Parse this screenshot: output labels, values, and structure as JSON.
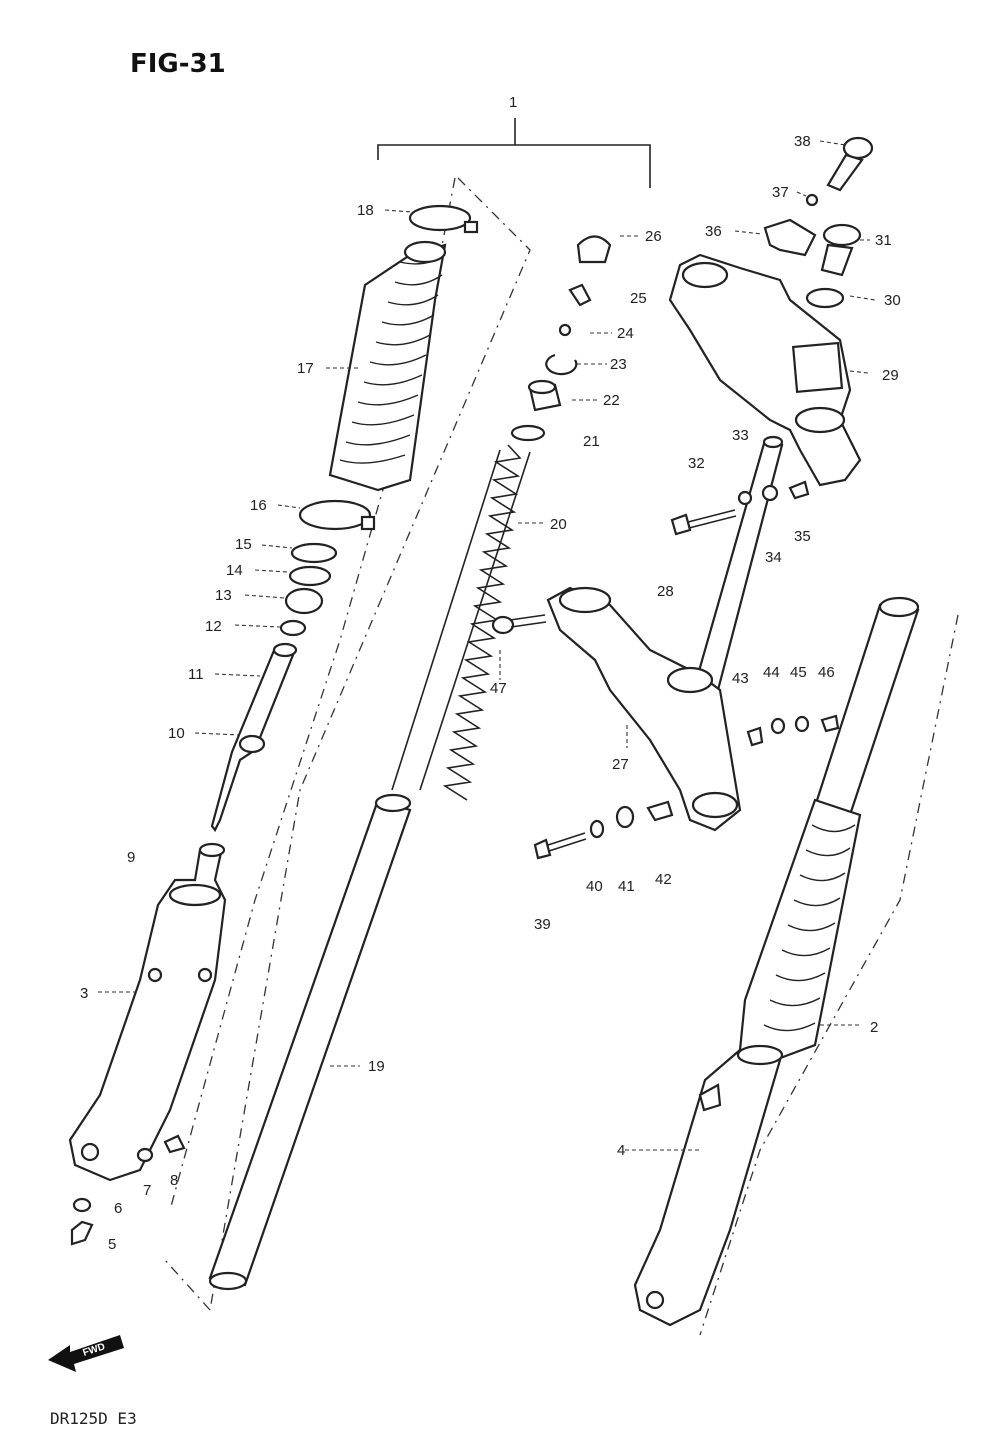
{
  "figure": {
    "title": "FIG-31",
    "model_code": "DR125D E3",
    "direction_label": "FWD"
  },
  "callouts": [
    {
      "n": "1"
    },
    {
      "n": "2"
    },
    {
      "n": "3"
    },
    {
      "n": "4"
    },
    {
      "n": "5"
    },
    {
      "n": "6"
    },
    {
      "n": "7"
    },
    {
      "n": "8"
    },
    {
      "n": "9"
    },
    {
      "n": "10"
    },
    {
      "n": "11"
    },
    {
      "n": "12"
    },
    {
      "n": "13"
    },
    {
      "n": "14"
    },
    {
      "n": "15"
    },
    {
      "n": "16"
    },
    {
      "n": "17"
    },
    {
      "n": "18"
    },
    {
      "n": "19"
    },
    {
      "n": "20"
    },
    {
      "n": "21"
    },
    {
      "n": "22"
    },
    {
      "n": "23"
    },
    {
      "n": "24"
    },
    {
      "n": "25"
    },
    {
      "n": "26"
    },
    {
      "n": "27"
    },
    {
      "n": "28"
    },
    {
      "n": "29"
    },
    {
      "n": "30"
    },
    {
      "n": "31"
    },
    {
      "n": "32"
    },
    {
      "n": "33"
    },
    {
      "n": "34"
    },
    {
      "n": "35"
    },
    {
      "n": "36"
    },
    {
      "n": "37"
    },
    {
      "n": "38"
    },
    {
      "n": "39"
    },
    {
      "n": "40"
    },
    {
      "n": "41"
    },
    {
      "n": "42"
    },
    {
      "n": "43"
    },
    {
      "n": "44"
    },
    {
      "n": "45"
    },
    {
      "n": "46"
    },
    {
      "n": "47"
    }
  ]
}
